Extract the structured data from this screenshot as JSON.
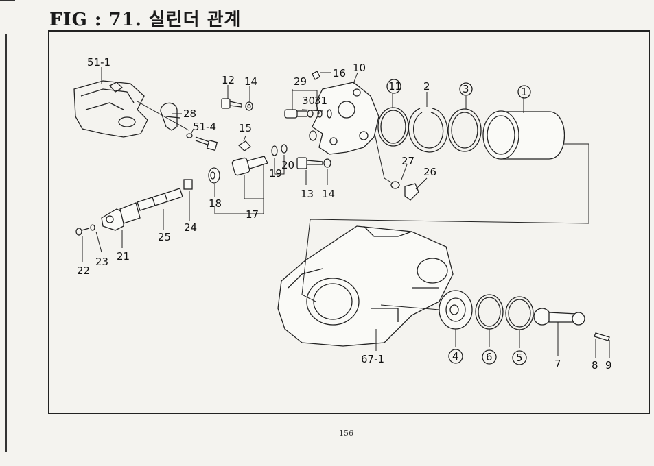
{
  "title": "FIG : 71. 실린더 관계",
  "page_number": "156",
  "callouts": {
    "c51_1": "51-1",
    "c28": "28",
    "c51_4": "51-4",
    "c12": "12",
    "c14a": "14",
    "c29": "29",
    "c16": "16",
    "c10": "10",
    "c11": "11",
    "c2": "2",
    "c3": "3",
    "c1": "1",
    "c30": "30",
    "c31": "31",
    "c15": "15",
    "c19": "19",
    "c20": "20",
    "c27": "27",
    "c26": "26",
    "c13": "13",
    "c14b": "14",
    "c18": "18",
    "c17": "17",
    "c24": "24",
    "c25": "25",
    "c21": "21",
    "c22": "22",
    "c23": "23",
    "c67_1": "67-1",
    "c4": "4",
    "c6": "6",
    "c5": "5",
    "c7": "7",
    "c8": "8",
    "c9": "9"
  }
}
